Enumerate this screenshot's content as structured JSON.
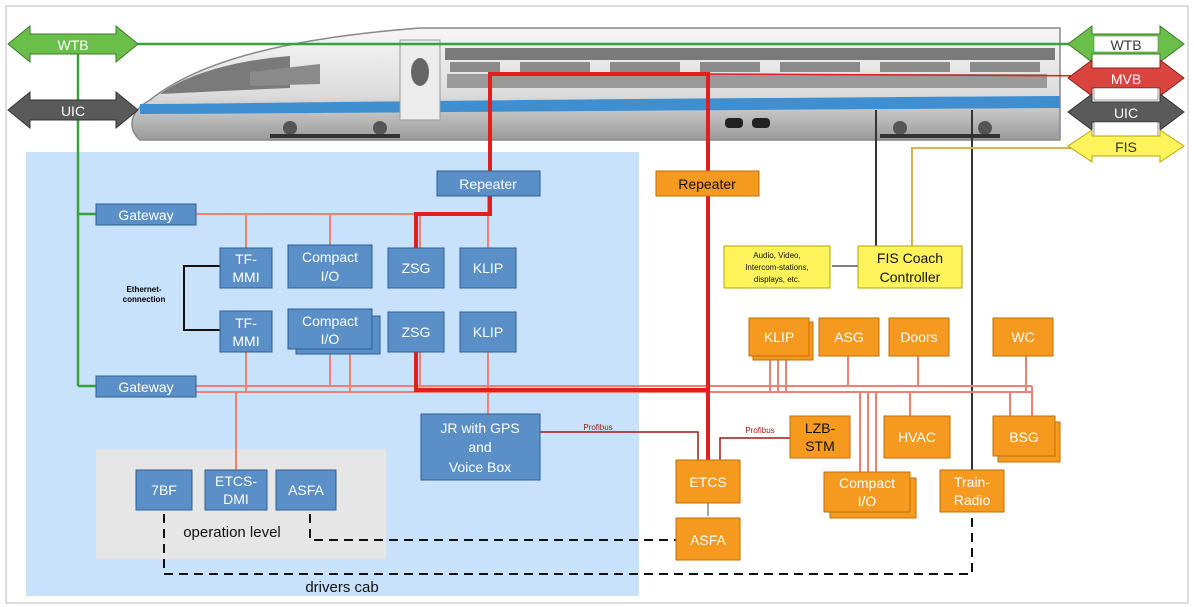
{
  "connectors": {
    "wtb_left": "WTB",
    "uic_left": "UIC",
    "wtb_right": "WTB",
    "mvb_right": "MVB",
    "uic_right": "UIC",
    "fis_right": "FIS"
  },
  "blue_area": {
    "repeater": "Repeater",
    "gateway_top": "Gateway",
    "gateway_bottom": "Gateway",
    "tf_mmi_1": [
      "TF-",
      "MMI"
    ],
    "tf_mmi_2": [
      "TF-",
      "MMI"
    ],
    "compact_io_1": [
      "Compact",
      "I/O"
    ],
    "compact_io_2": [
      "Compact",
      "I/O"
    ],
    "zsg_1": "ZSG",
    "zsg_2": "ZSG",
    "klip_1": "KLIP",
    "klip_2": "KLIP",
    "ethernet": [
      "Ethernet-",
      "connection"
    ],
    "jr_box": [
      "JR with GPS",
      "and",
      "Voice Box"
    ],
    "profibus_left": "Profibus"
  },
  "cab": {
    "zbf": "7BF",
    "etcs_dmi": [
      "ETCS-",
      "DMI"
    ],
    "asfa": "ASFA",
    "operation_level": "operation level",
    "drivers_cab": "drivers cab"
  },
  "orange_area": {
    "repeater": "Repeater",
    "klip": "KLIP",
    "asg": "ASG",
    "doors": "Doors",
    "wc": "WC",
    "lzb_stm": [
      "LZB-",
      "STM"
    ],
    "hvac": "HVAC",
    "bsg": "BSG",
    "compact_io": [
      "Compact",
      "I/O"
    ],
    "train_radio": [
      "Train-",
      "Radio"
    ],
    "etcs": "ETCS",
    "asfa": "ASFA",
    "profibus_right": "Profibus"
  },
  "fis": {
    "audio_video": [
      "Audio, Video,",
      "Intercom-stations,",
      "displays, etc."
    ],
    "coach_controller": [
      "FIS Coach",
      "Controller"
    ]
  },
  "colors": {
    "blue_area": "#c8e2fb",
    "grey_area": "#e8e8e8",
    "box_blue": "#5b8fc7",
    "box_orange": "#f59a1f",
    "box_yellow": "#fff35c",
    "line_green": "#3aa23a",
    "line_red": "#e02020",
    "line_salmon": "#f08070",
    "line_gold": "#d9b34a",
    "arrow_green": "#6abf4b",
    "arrow_red": "#d9453e",
    "arrow_grey": "#5a5a5a",
    "arrow_yellow": "#fff35c"
  }
}
